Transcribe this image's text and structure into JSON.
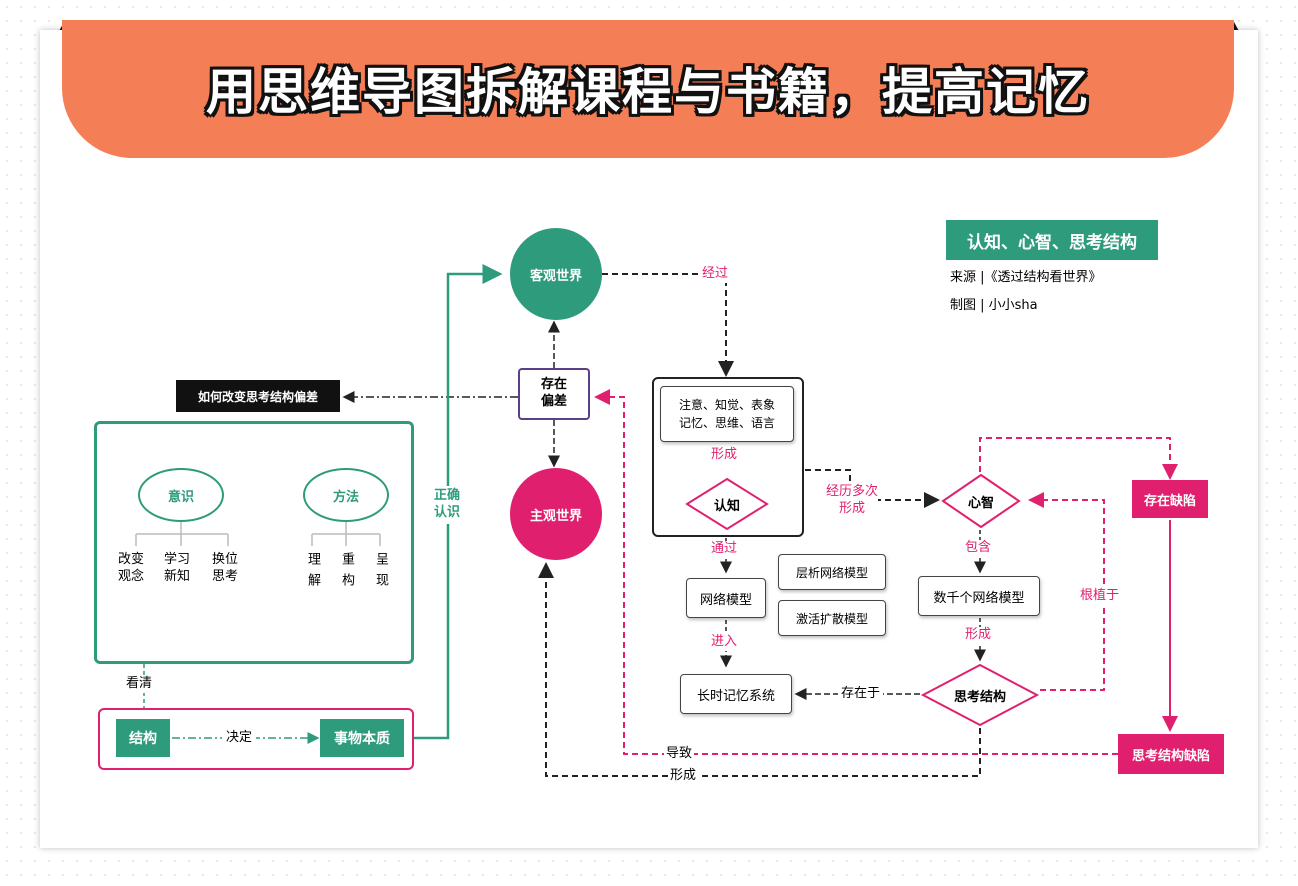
{
  "title": "用思维导图拆解课程与书籍，提高记忆",
  "colors": {
    "banner": "#f47e55",
    "green": "#2e9b7d",
    "pink": "#e0206e",
    "purple": "#5b3f87"
  },
  "info": {
    "heading": "认知、心智、思考结构",
    "source": "来源 |《透过结构看世界》",
    "author": "制图 | 小小sha"
  },
  "nodes": {
    "objective_world": "客观世界",
    "subjective_world": "主观世界",
    "bias": "存在\n偏差",
    "how_change": "如何改变思考结构偏差",
    "awareness": "意识",
    "method": "方法",
    "awareness_items": [
      "改变\n观念",
      "学习\n新知",
      "换位\n思考"
    ],
    "method_items": [
      "理解",
      "重构",
      "呈现"
    ],
    "structure": "结构",
    "essence": "事物本质",
    "cognition_inputs": "注意、知觉、表象\n记忆、思维、语言",
    "cognition": "认知",
    "network_model": "网络模型",
    "hierarchical_model": "层析网络模型",
    "spreading_model": "激活扩散模型",
    "long_term_memory": "长时记忆系统",
    "mind": "心智",
    "many_models": "数千个网络模型",
    "thinking_structure": "思考结构",
    "defect": "存在缺陷",
    "thinking_defect": "思考结构缺陷"
  },
  "edge_labels": {
    "through1": "经过",
    "form1": "形成",
    "through2": "通过",
    "enter": "进入",
    "experience": "经历多次\n形成",
    "contain": "包含",
    "form2": "形成",
    "exist_in": "存在于",
    "rooted": "根植于",
    "lead": "导致",
    "form3": "形成",
    "correct": "正确\n认识",
    "see_clearly": "看清",
    "decide": "决定"
  }
}
